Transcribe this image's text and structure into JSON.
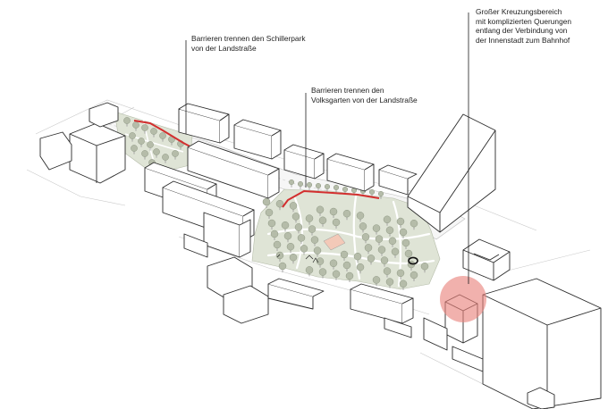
{
  "annotations": [
    {
      "id": "schillerpark",
      "text": "Barrieren trennen den Schillerpark\nvon der Landstraße"
    },
    {
      "id": "volksgarten",
      "text": "Barrieren trennen den\nVolksgarten von der Landstraße"
    },
    {
      "id": "kreuzung",
      "text": "Großer Kreuzungsbereich\nmit komplizierten Querungen\nentlang der Verbindung von\nder Innenstadt zum Bahnhof"
    }
  ],
  "colors": {
    "park_fill": "#dfe4d6",
    "tree_canopy": "#b5bca9",
    "barrier_line": "#d32f2f",
    "highlight_circle": "#e8817a",
    "building_outline": "#2b2b2b",
    "building_fill": "#ffffff"
  }
}
